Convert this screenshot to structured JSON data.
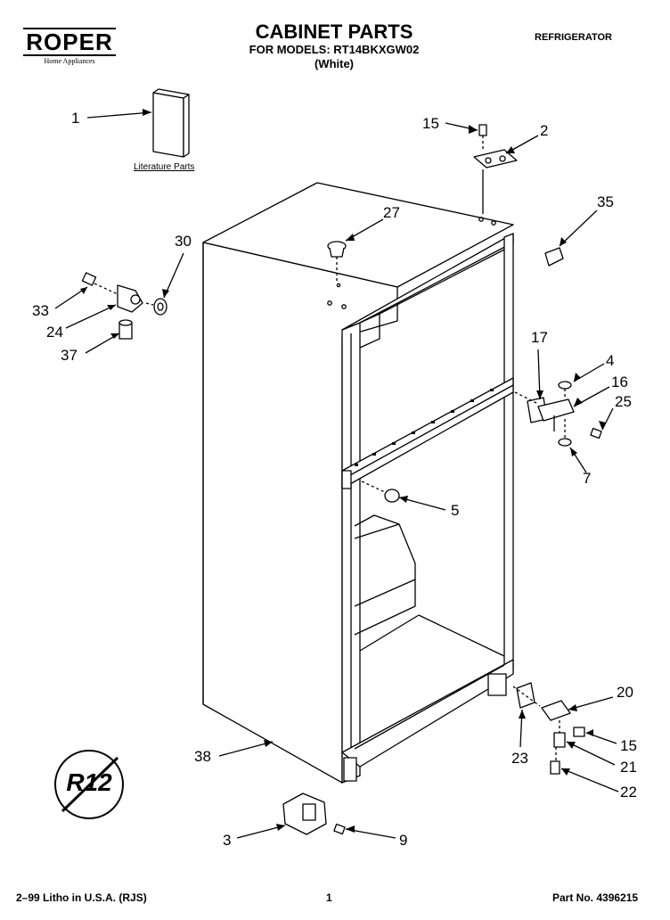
{
  "header": {
    "brand": "ROPER",
    "brand_sub": "Home Appliances",
    "title": "CABINET PARTS",
    "subtitle": "FOR MODELS: RT14BKXGW02",
    "subtitle2": "(White)",
    "category": "REFRIGERATOR"
  },
  "literature_caption": "Literature Parts",
  "callouts": {
    "p1": "1",
    "p2": "2",
    "p3": "3",
    "p4": "4",
    "p5": "5",
    "p7": "7",
    "p9": "9",
    "p15a": "15",
    "p15b": "15",
    "p16": "16",
    "p17": "17",
    "p20": "20",
    "p21": "21",
    "p22": "22",
    "p23": "23",
    "p24": "24",
    "p25": "25",
    "p27": "27",
    "p30": "30",
    "p33": "33",
    "p35": "35",
    "p37": "37",
    "p38": "38"
  },
  "refrigerant_badge": "R12",
  "footer": {
    "litho": "2–99 Litho in U.S.A. (RJS)",
    "page": "1",
    "part_no": "Part No. 4396215"
  }
}
